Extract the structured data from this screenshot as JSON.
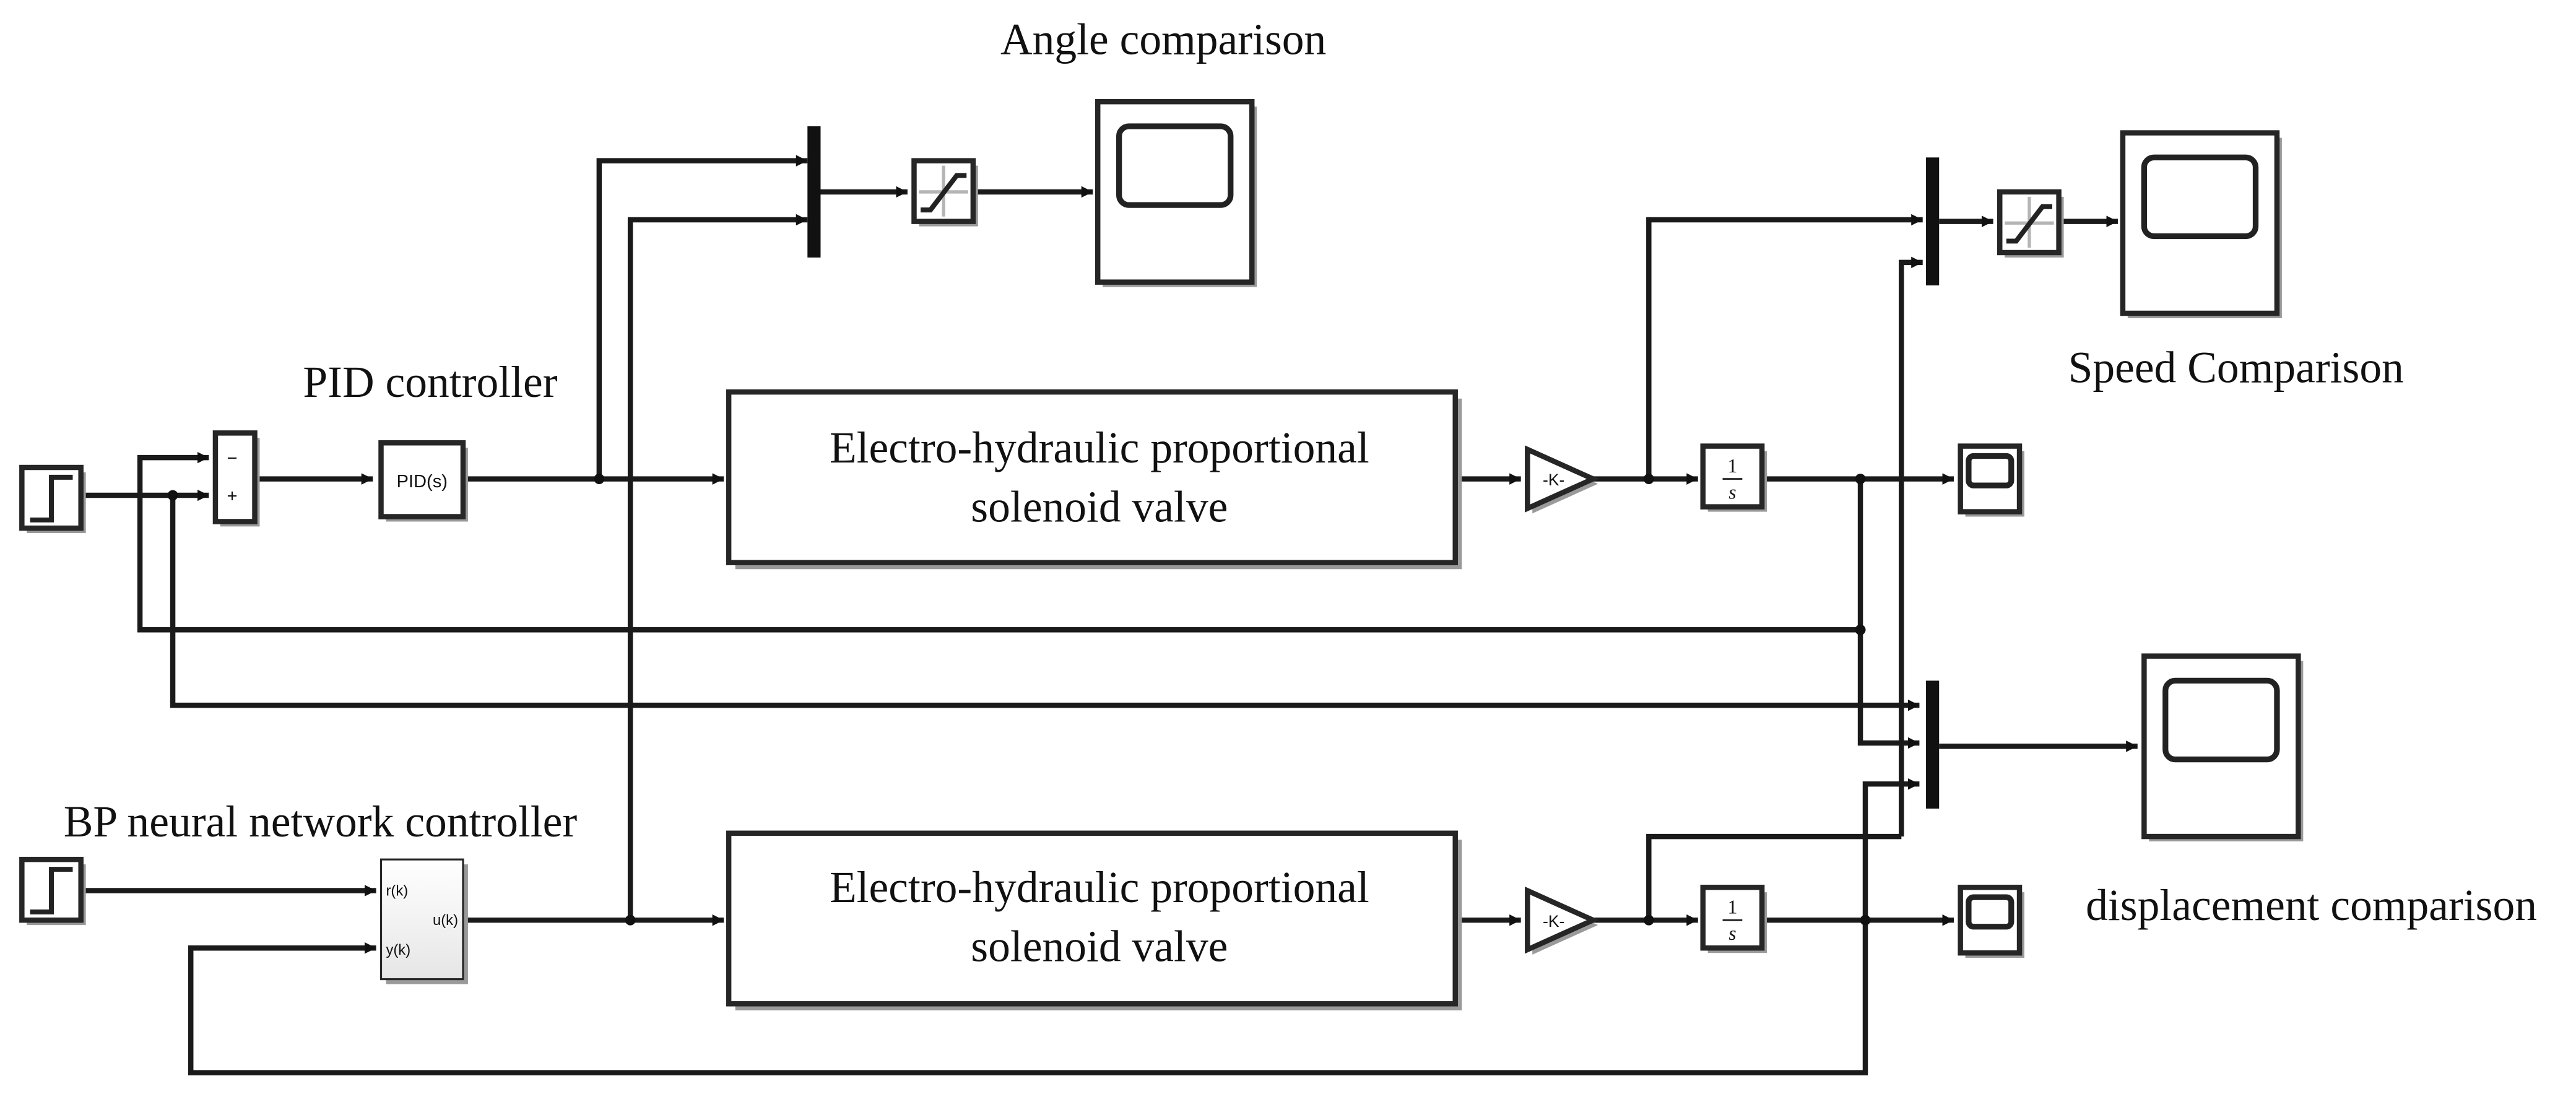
{
  "labels": {
    "angle_comparison": "Angle comparison",
    "speed_comparison": "Speed Comparison",
    "pid_controller": "PID controller",
    "bp_controller": "BP neural network controller",
    "displacement_comparison": "displacement comparison"
  },
  "blocks": {
    "valve_top": {
      "line1": "Electro-hydraulic proportional",
      "line2": "solenoid valve"
    },
    "valve_bottom": {
      "line1": "Electro-hydraulic proportional",
      "line2": "solenoid valve"
    },
    "pid": "PID(s)",
    "gain_top": "-K-",
    "gain_bottom": "-K-",
    "integrator_top": {
      "num": "1",
      "den": "s"
    },
    "integrator_bottom": {
      "num": "1",
      "den": "s"
    },
    "sum": {
      "minus": "−",
      "plus": "+"
    },
    "bp_ports": {
      "in1": "r(k)",
      "in2": "y(k)",
      "out": "u(k)"
    }
  },
  "icons": [
    "step-icon",
    "scope-icon",
    "saturation-icon",
    "mux-icon",
    "gain-icon",
    "integrator-icon",
    "sum-icon"
  ]
}
